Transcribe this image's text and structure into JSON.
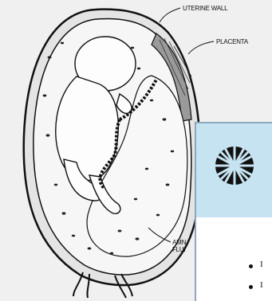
{
  "labels": {
    "uterine_wall": "UTERINE WALL",
    "placenta": "PLACENTA",
    "amniotic_fluid_line1": "AMN",
    "amniotic_fluid_line2": "FLUI"
  },
  "overlay": {
    "logo_icon": "wheel-icon",
    "bullets": [
      {
        "text": "I"
      },
      {
        "text": "I"
      }
    ]
  },
  "colors": {
    "background": "#f0f0f0",
    "panel_top": "#c6e3f2",
    "panel_bottom": "#ffffff",
    "ink": "#111111"
  }
}
